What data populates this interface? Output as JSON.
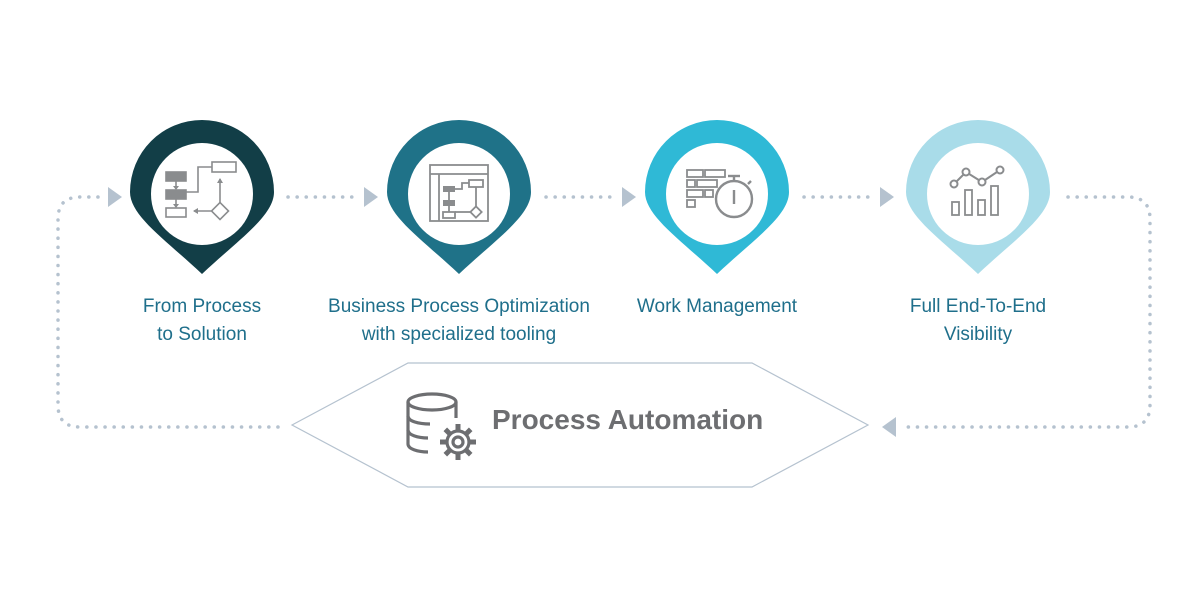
{
  "colors": {
    "connector": "#b5c2cf",
    "pin_1": "#123e47",
    "pin_2": "#1f7288",
    "pin_3": "#2fb9d6",
    "pin_4": "#a9dce9",
    "label_text": "#1f6f8b",
    "icon_gray": "#8a8c8e",
    "hub_title_text": "#6d6e71",
    "hub_border": "#b5c2cf"
  },
  "steps": [
    {
      "icon": "flowchart-icon",
      "lines": [
        "From Process",
        "to Solution"
      ]
    },
    {
      "icon": "process-window-icon",
      "lines": [
        "Business Process Optimization",
        "with specialized tooling"
      ]
    },
    {
      "icon": "calendar-stopwatch-icon",
      "lines": [
        "Work Management"
      ]
    },
    {
      "icon": "bar-line-chart-icon",
      "lines": [
        "Full End-To-End",
        "Visibility"
      ]
    }
  ],
  "hub": {
    "icon": "database-gear-icon",
    "title": "Process Automation"
  }
}
